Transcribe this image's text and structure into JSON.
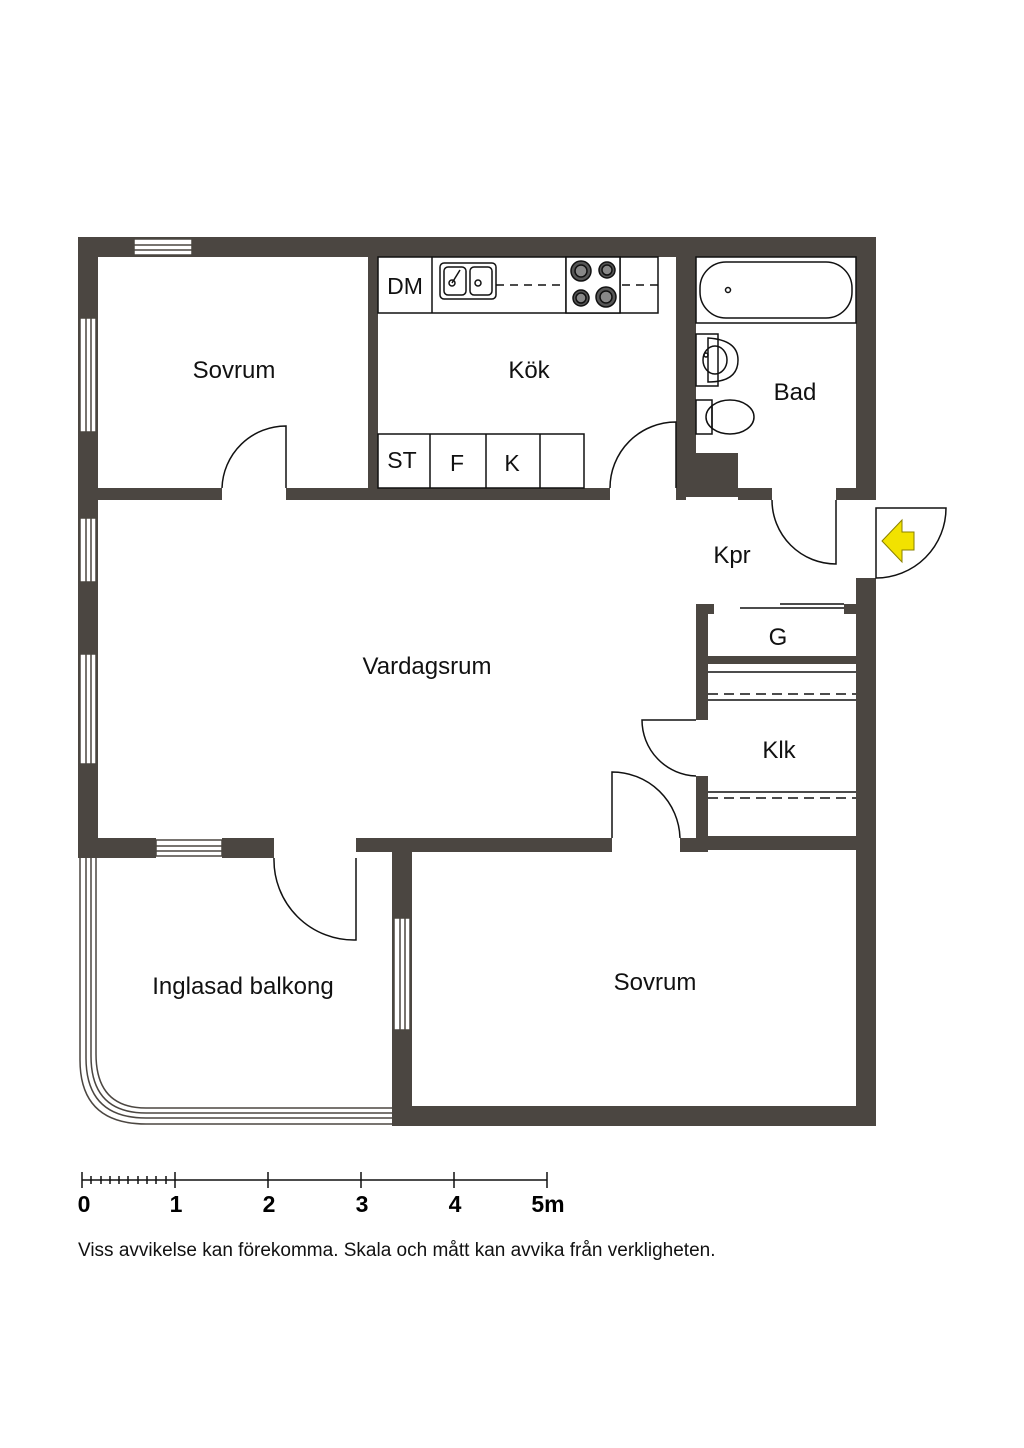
{
  "colors": {
    "wall": "#4b4641",
    "arrow": "#f2e200",
    "line": "#111111"
  },
  "rooms": {
    "bedroom_top": "Sovrum",
    "kitchen": "Kök",
    "bath": "Bad",
    "hall": "Kpr",
    "living": "Vardagsrum",
    "wardrobe_g": "G",
    "wardrobe_klk": "Klk",
    "balcony": "Inglasad balkong",
    "bedroom_bottom": "Sovrum"
  },
  "fixtures": {
    "dishwasher": "DM",
    "cabinet": "ST",
    "freezer": "F",
    "fridge": "K"
  },
  "entrance_icon": "entrance-arrow-icon",
  "scale": {
    "ticks": [
      "0",
      "1",
      "2",
      "3",
      "4",
      "5m"
    ]
  },
  "disclaimer": "Viss avvikelse kan förekomma. Skala och mått kan avvika från verkligheten."
}
